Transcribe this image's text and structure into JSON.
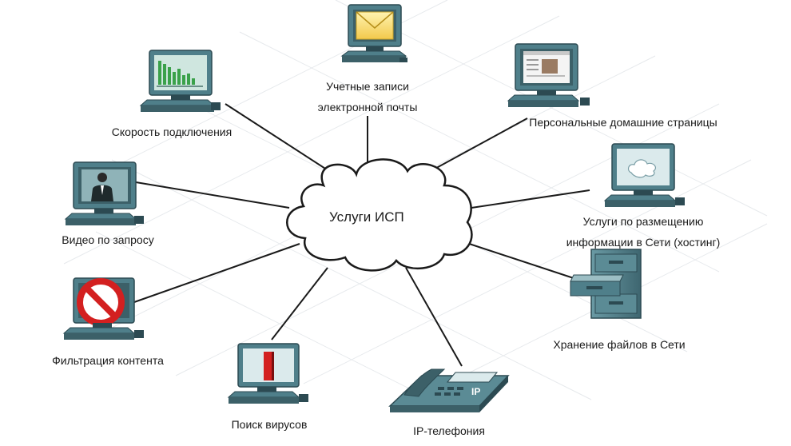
{
  "center": {
    "label": "Услуги ИСП"
  },
  "nodes": {
    "email": {
      "line1": "Учетные записи",
      "line2": "электронной почты",
      "icon": "envelope-icon"
    },
    "speed": {
      "label": "Скорость подключения",
      "icon": "bar-chart-icon"
    },
    "homepages": {
      "label": "Персональные домашние страницы",
      "icon": "web-page-icon"
    },
    "video": {
      "label": "Видео по запросу",
      "icon": "person-video-icon"
    },
    "hosting": {
      "line1": "Услуги по размещению",
      "line2": "информации в Сети (хостинг)",
      "icon": "cloud-icon"
    },
    "filtering": {
      "label": "Фильтрация контента",
      "icon": "prohibited-icon"
    },
    "storage": {
      "label": "Хранение файлов в Сети",
      "icon": "file-cabinet-icon"
    },
    "antivirus": {
      "label": "Поиск вирусов",
      "icon": "red-bar-icon"
    },
    "voip": {
      "label": "IP-телефония",
      "icon": "ip-phone-icon"
    }
  },
  "colors": {
    "computer_body": "#4f7f8a",
    "computer_dark": "#2c4a52",
    "screen_frame": "#3c6068",
    "line": "#1a1a1a",
    "cloud_fill": "#ffffff",
    "cloud_stroke": "#1a1a1a",
    "grid": "#e6e9ec"
  }
}
